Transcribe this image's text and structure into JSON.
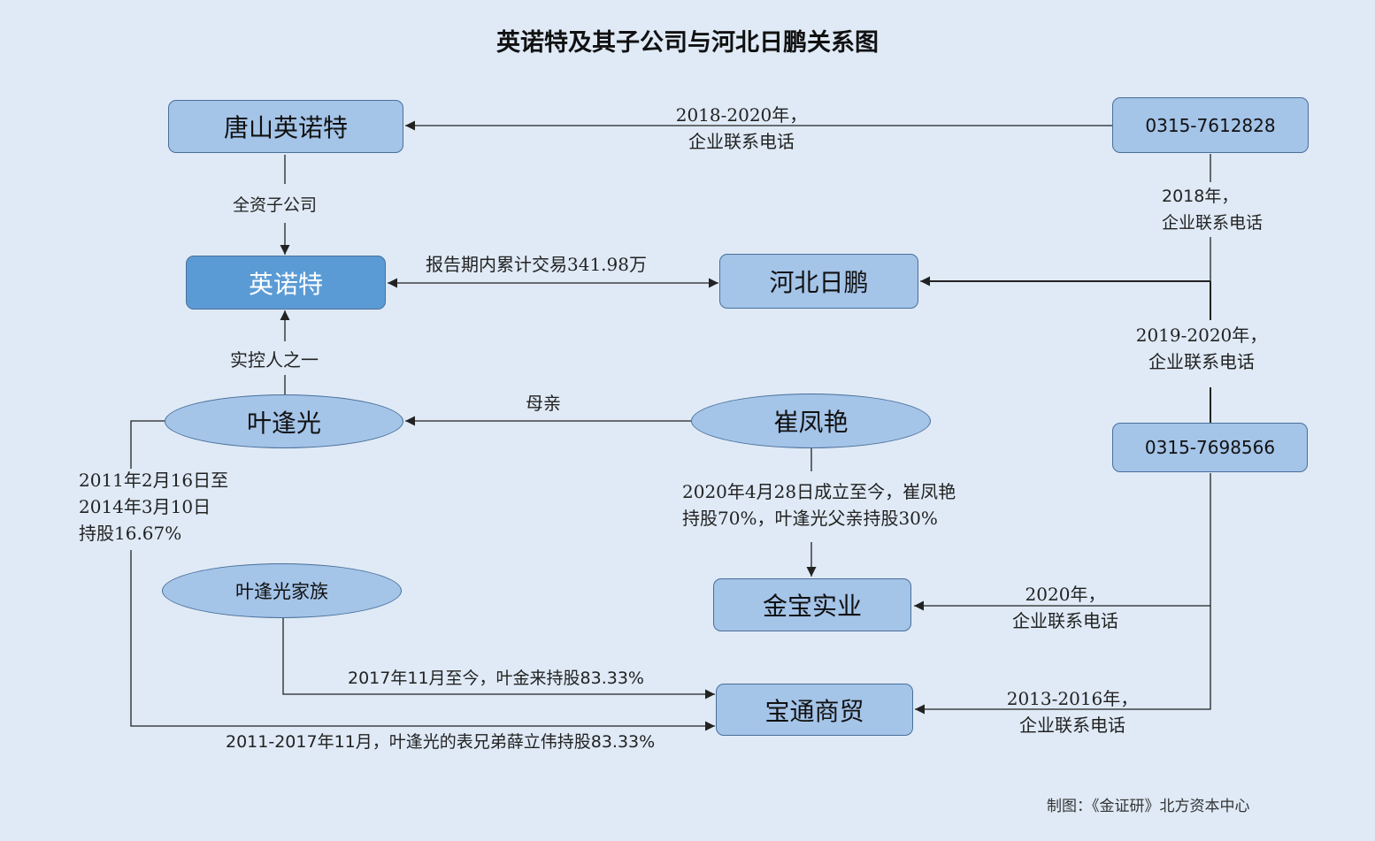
{
  "title": "英诺特及其子公司与河北日鹏关系图",
  "credit": "制图：《金证研》北方资本中心",
  "nodes": {
    "tangshan": "唐山英诺特",
    "innotech": "英诺特",
    "hebei": "河北日鹏",
    "ye": "叶逢光",
    "cui": "崔凤艳",
    "family": "叶逢光家族",
    "jinbao": "金宝实业",
    "baotong": "宝通商贸",
    "phone1": "0315-7612828",
    "phone2": "0315-7698566"
  },
  "edges": {
    "phone1_tangshan": [
      "2018-2020年，",
      "企业联系电话"
    ],
    "phone1_hebei": [
      "2018年，",
      "企业联系电话"
    ],
    "phone2_hebei": [
      "2019-2020年，",
      "企业联系电话"
    ],
    "phone2_jinbao": [
      "2020年，",
      "企业联系电话"
    ],
    "phone2_baotong": [
      "2013-2016年，",
      "企业联系电话"
    ],
    "tangshan_innotech": "全资子公司",
    "innotech_hebei": "报告期内累计交易341.98万",
    "ye_innotech": "实控人之一",
    "cui_ye": "母亲",
    "cui_jinbao": [
      "2020年4月28日成立至今，崔凤艳",
      "持股70%，叶逢光父亲持股30%"
    ],
    "ye_baotong_period": [
      "2011年2月16日至",
      "2014年3月10日",
      "持股16.67%"
    ],
    "family_baotong": "2017年11月至今，叶金来持股83.33%",
    "ye_baotong_cousin": "2011-2017年11月，叶逢光的表兄弟薛立伟持股83.33%"
  },
  "colors": {
    "background": "#dfeaf6",
    "node_fill": "#a4c4e8",
    "main_node_fill": "#5b9bd5",
    "node_border": "#4a6f9a",
    "line": "#222222"
  }
}
